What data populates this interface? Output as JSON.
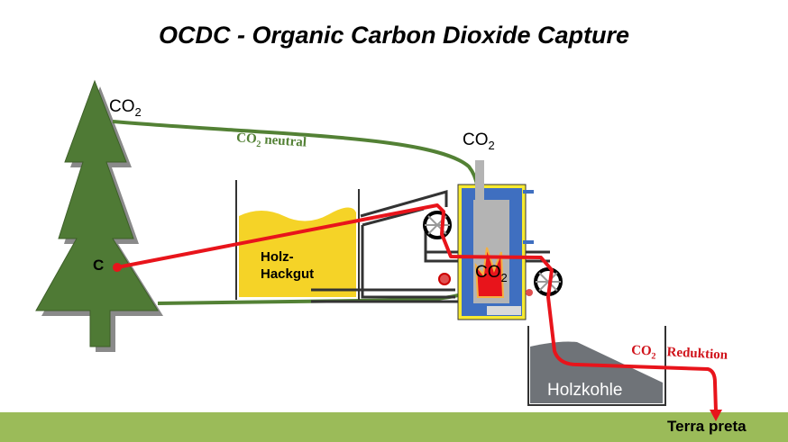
{
  "title": "OCDC   -   Organic Carbon Dioxide Capture",
  "labels": {
    "co2_tree": {
      "main": "CO",
      "sub": "2"
    },
    "co2_neutral": {
      "main": "CO",
      "sub": "2",
      "rest": " neutral"
    },
    "co2_chimney": {
      "main": "CO",
      "sub": "2"
    },
    "co2_furnace": {
      "main": "CO",
      "sub": "2"
    },
    "carbon": "C",
    "hopper": "Holz-\nHackgut",
    "hopper_line1": "Holz-",
    "hopper_line2": "Hackgut",
    "charcoal": "Holzkohle",
    "co2_reduction": {
      "main": "CO",
      "sub": "2",
      "rest": "Reduktion"
    },
    "terra_preta": "Terra preta"
  },
  "colors": {
    "tree": "#4f7a35",
    "green_line": "#538135",
    "red_line": "#e8141b",
    "ground": "#9bbb59",
    "wood_chips": "#f5d327",
    "furnace_blue": "#3f6fc0",
    "charcoal": "#6f7378"
  }
}
